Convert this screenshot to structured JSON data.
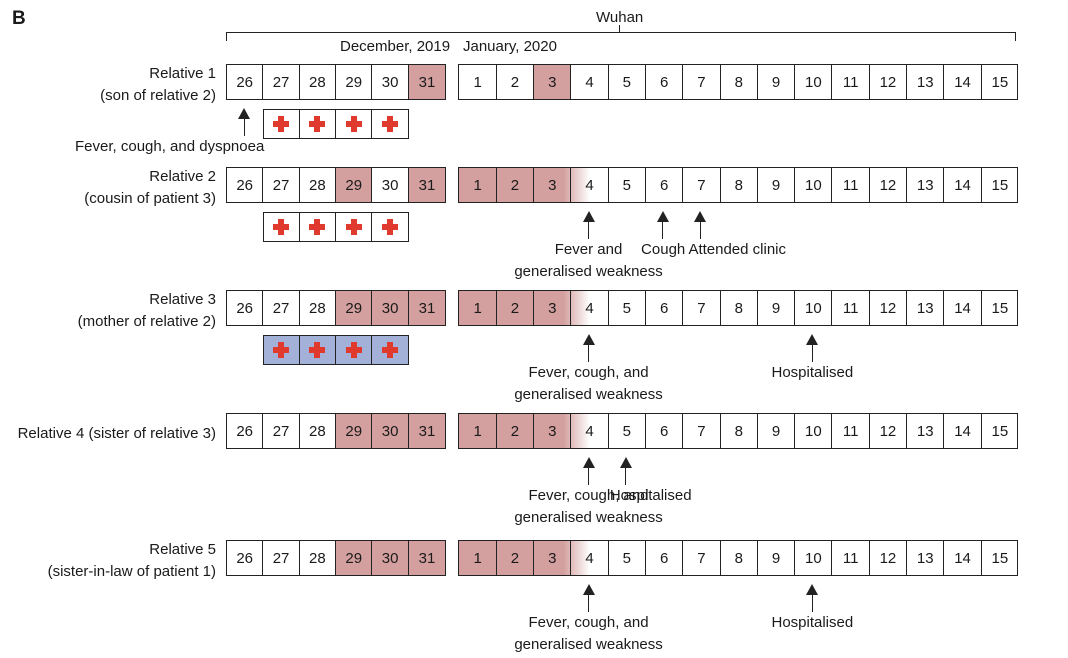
{
  "panel_label": "B",
  "region_label": "Wuhan",
  "month_dec": "December, 2019",
  "month_jan": "January, 2020",
  "colors": {
    "shade": "#d4a09f",
    "cross": "#e0392e",
    "blue": "#a3b1d8",
    "line": "#222222"
  },
  "dec_days": [
    "26",
    "27",
    "28",
    "29",
    "30",
    "31"
  ],
  "jan_days": [
    "1",
    "2",
    "3",
    "4",
    "5",
    "6",
    "7",
    "8",
    "9",
    "10",
    "11",
    "12",
    "13",
    "14",
    "15"
  ],
  "rows": [
    {
      "label": [
        "Relative 1",
        "(son of relative 2)"
      ],
      "dec_shaded": [
        "31"
      ],
      "jan_shaded": [
        "3"
      ],
      "jan_range_end": null,
      "cross_boxes": 4,
      "cross_bg": "white"
    },
    {
      "label": [
        "Relative 2",
        "(cousin of patient 3)"
      ],
      "dec_shaded": [
        "29",
        "31"
      ],
      "jan_shaded": [],
      "jan_range_end": 4,
      "cross_boxes": 4,
      "cross_bg": "white"
    },
    {
      "label": [
        "Relative 3",
        "(mother of relative 2)"
      ],
      "dec_shaded": [
        "29",
        "30",
        "31"
      ],
      "jan_shaded": [],
      "jan_range_end": 4,
      "cross_boxes": 4,
      "cross_bg": "blue"
    },
    {
      "label": [
        "Relative 4 (sister of relative 3)"
      ],
      "dec_shaded": [
        "29",
        "30",
        "31"
      ],
      "jan_shaded": [],
      "jan_range_end": 4,
      "cross_boxes": 0,
      "cross_bg": "white"
    },
    {
      "label": [
        "Relative 5",
        "(sister-in-law of patient 1)"
      ],
      "dec_shaded": [
        "29",
        "30",
        "31"
      ],
      "jan_shaded": [],
      "jan_range_end": 4,
      "cross_boxes": 0,
      "cross_bg": "white"
    }
  ],
  "annotations": [
    {
      "row": 0,
      "day": "26",
      "month": "dec",
      "text": [
        "Fever, cough, and dyspnoea"
      ]
    },
    {
      "row": 1,
      "day": "4",
      "month": "jan",
      "text": [
        "Fever and",
        "generalised weakness"
      ]
    },
    {
      "row": 1,
      "day": "6",
      "month": "jan",
      "text": [
        "Cough"
      ]
    },
    {
      "row": 1,
      "day": "7",
      "month": "jan",
      "text": [
        "Attended clinic"
      ]
    },
    {
      "row": 2,
      "day": "4",
      "month": "jan",
      "text": [
        "Fever, cough, and",
        "generalised weakness"
      ]
    },
    {
      "row": 2,
      "day": "10",
      "month": "jan",
      "text": [
        "Hospitalised"
      ]
    },
    {
      "row": 3,
      "day": "4",
      "month": "jan",
      "text": [
        "Fever, cough, and",
        "generalised weakness"
      ]
    },
    {
      "row": 3,
      "day": "5",
      "month": "jan",
      "text": [
        "Hospitalised"
      ]
    },
    {
      "row": 4,
      "day": "4",
      "month": "jan",
      "text": [
        "Fever, cough, and",
        "generalised weakness"
      ]
    },
    {
      "row": 4,
      "day": "10",
      "month": "jan",
      "text": [
        "Hospitalised"
      ]
    }
  ]
}
